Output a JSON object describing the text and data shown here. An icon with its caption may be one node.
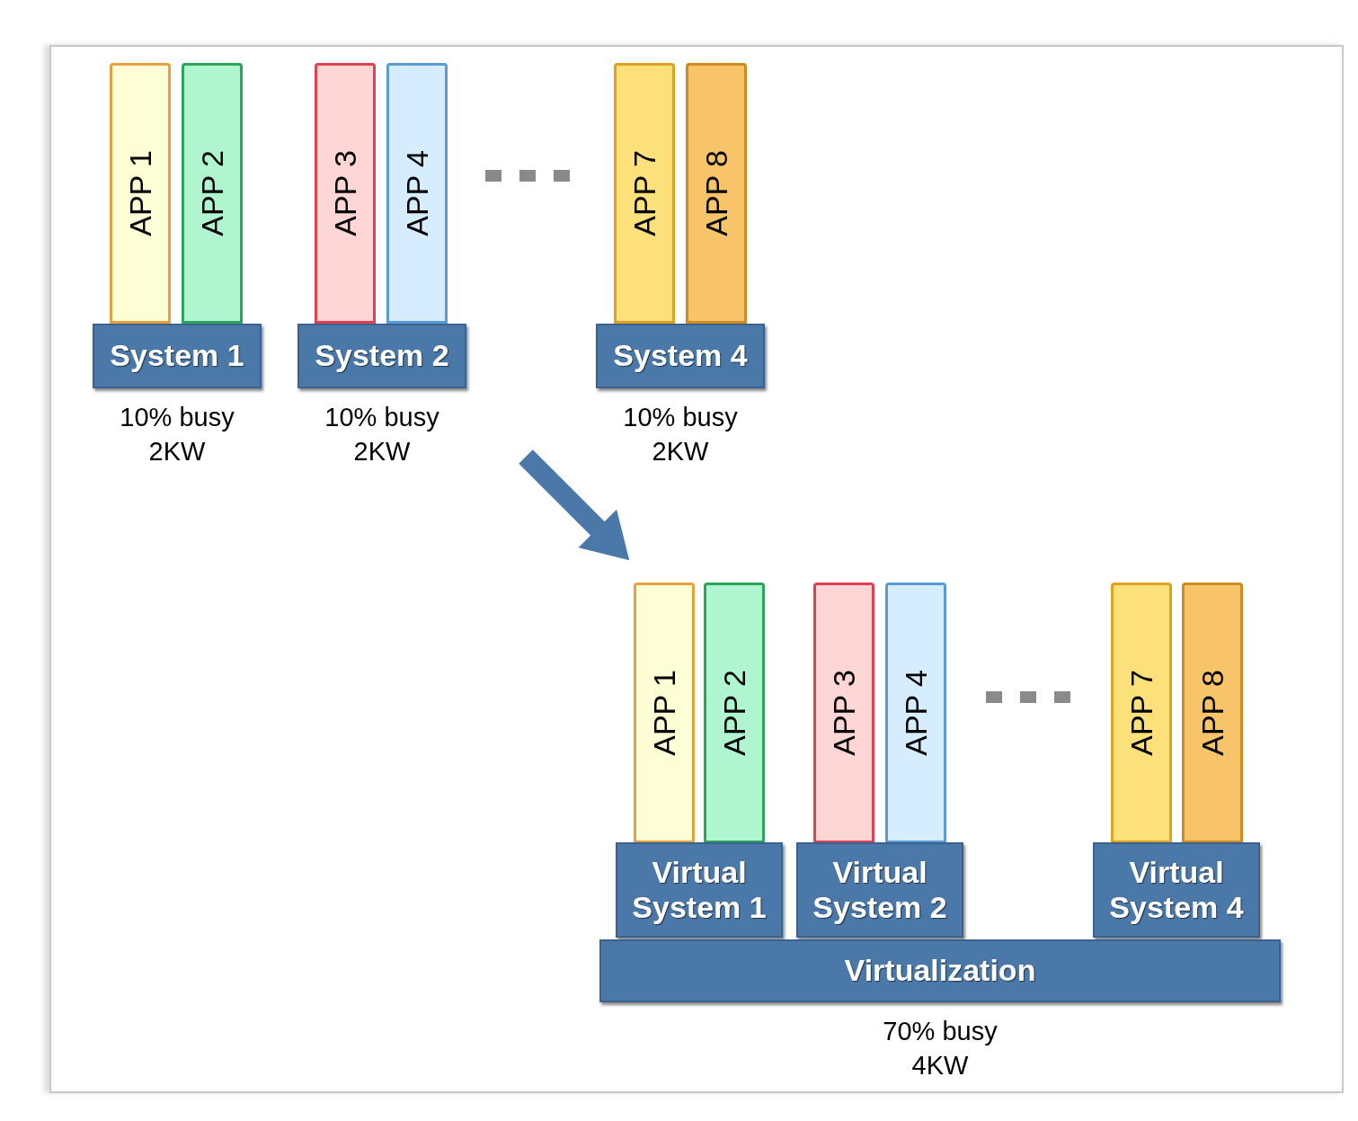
{
  "diagram": {
    "nodes": [
      {
        "text": [
          "APP 1"
        ]
      },
      {
        "text": [
          "APP 2"
        ]
      },
      {
        "text": [
          "APP 3"
        ]
      },
      {
        "text": [
          "APP 4"
        ]
      },
      {
        "text": [
          "APP 7"
        ]
      },
      {
        "text": [
          "APP 8"
        ]
      },
      {
        "text": [
          "System 1"
        ],
        "beside": [
          "10% busy 2KW"
        ]
      },
      {
        "text": [
          "System 2"
        ],
        "beside": [
          "10% busy 2KW"
        ]
      },
      {
        "text": [
          "System 4"
        ],
        "beside": [
          "10% busy 2KW"
        ]
      },
      {
        "text": [
          "APP 1"
        ]
      },
      {
        "text": [
          "APP 2"
        ]
      },
      {
        "text": [
          "APP 3"
        ]
      },
      {
        "text": [
          "APP 4"
        ]
      },
      {
        "text": [
          "APP 7"
        ]
      },
      {
        "text": [
          "APP 8"
        ]
      },
      {
        "text": [
          "Virtual System 1"
        ]
      },
      {
        "text": [
          "Virtual System 2"
        ]
      },
      {
        "text": [
          "Virtual System 4"
        ]
      },
      {
        "text": [
          "Virtualization"
        ],
        "beside": [
          "70% busy 4KW"
        ]
      }
    ],
    "edges": [
      {
        "from": null,
        "to": 9,
        "arrow": "to"
      }
    ]
  }
}
